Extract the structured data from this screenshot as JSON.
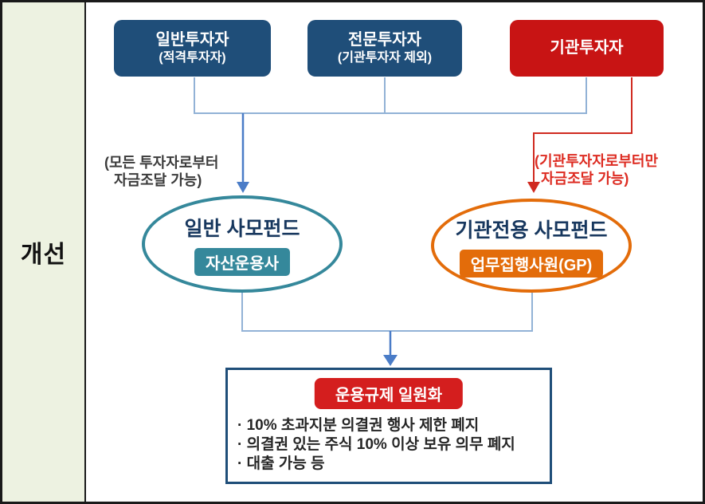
{
  "sidebar": {
    "label": "개선"
  },
  "top_boxes": [
    {
      "title": "일반투자자",
      "subtitle": "(적격투자자)"
    },
    {
      "title": "전문투자자",
      "subtitle": "(기관투자자 제외)"
    },
    {
      "title": "기관투자자",
      "subtitle": ""
    }
  ],
  "annotations": {
    "left": {
      "line1": "(모든 투자자로부터",
      "line2": "자금조달 가능)"
    },
    "right": {
      "line1": "(기관투자자로부터만",
      "line2": "자금조달 가능)"
    }
  },
  "funds": [
    {
      "title": "일반 사모펀드",
      "badge": "자산운용사"
    },
    {
      "title": "기관전용 사모펀드",
      "badge": "업무집행사원(GP)"
    }
  ],
  "bottom_box": {
    "badge": "운용규제 일원화",
    "bullets": [
      "· 10% 초과지분 의결권 행사 제한 폐지",
      "· 의결권 있는 주식 10% 이상 보유 의무 폐지",
      "· 대출 가능 등"
    ]
  },
  "colors": {
    "dark_blue_box": "#1f4e79",
    "red_box": "#c81414",
    "teal_accent": "#35889b",
    "orange_accent": "#e36c0a",
    "tree_line_blue": "#92b2d6",
    "arrow_blue": "#4a7cc7",
    "red_line": "#d02a20",
    "navy_text": "#17375e",
    "badge_red": "#d41e1e",
    "sidebar_bg": "#edf2e1"
  }
}
